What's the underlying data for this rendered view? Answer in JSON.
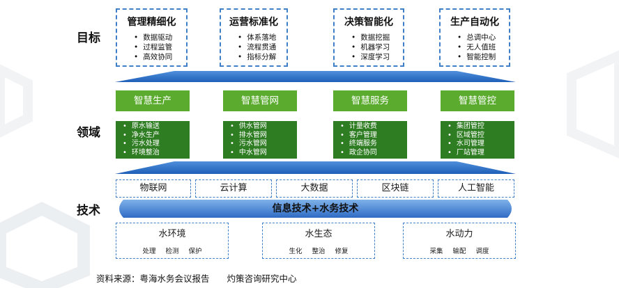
{
  "row_labels": {
    "goal": "目标",
    "domain": "领域",
    "tech": "技术"
  },
  "goals": [
    {
      "title": "管理精细化",
      "items": [
        "数据驱动",
        "过程监管",
        "高效协同"
      ]
    },
    {
      "title": "运营标准化",
      "items": [
        "体系落地",
        "流程贯通",
        "指标分解"
      ]
    },
    {
      "title": "决策智能化",
      "items": [
        "数据挖掘",
        "机器学习",
        "深度学习"
      ]
    },
    {
      "title": "生产自动化",
      "items": [
        "总调中心",
        "无人值班",
        "智能控制"
      ]
    }
  ],
  "domains": [
    {
      "title": "智慧生产",
      "items": [
        "原水输送",
        "净水生产",
        "污水处理",
        "环境整治"
      ]
    },
    {
      "title": "智慧管网",
      "items": [
        "供水管网",
        "排水管网",
        "污水管网",
        "中水管网"
      ]
    },
    {
      "title": "智慧服务",
      "items": [
        "计量收费",
        "客户管理",
        "终端服务",
        "政企协同"
      ]
    },
    {
      "title": "智慧管控",
      "items": [
        "集团管控",
        "区域管控",
        "水司管理",
        "厂站管理"
      ]
    }
  ],
  "technologies": [
    "物联网",
    "云计算",
    "大数据",
    "区块链",
    "人工智能"
  ],
  "tech_banner": "信息技术+水务技术",
  "foundations": [
    {
      "title": "水环境",
      "items": [
        "处理",
        "检测",
        "保护"
      ]
    },
    {
      "title": "水生态",
      "items": [
        "生化",
        "整治",
        "修复"
      ]
    },
    {
      "title": "水动力",
      "items": [
        "采集",
        "输配",
        "调度"
      ]
    }
  ],
  "source": "资料来源：粤海水务会议报告　　灼策咨询研究中心",
  "colors": {
    "blue": "#2f6bc4",
    "light_blue": "#6fa4e0",
    "green_head": "#5aab2e",
    "green_body": "#2f7d22",
    "dash": "#3f7fc8"
  }
}
